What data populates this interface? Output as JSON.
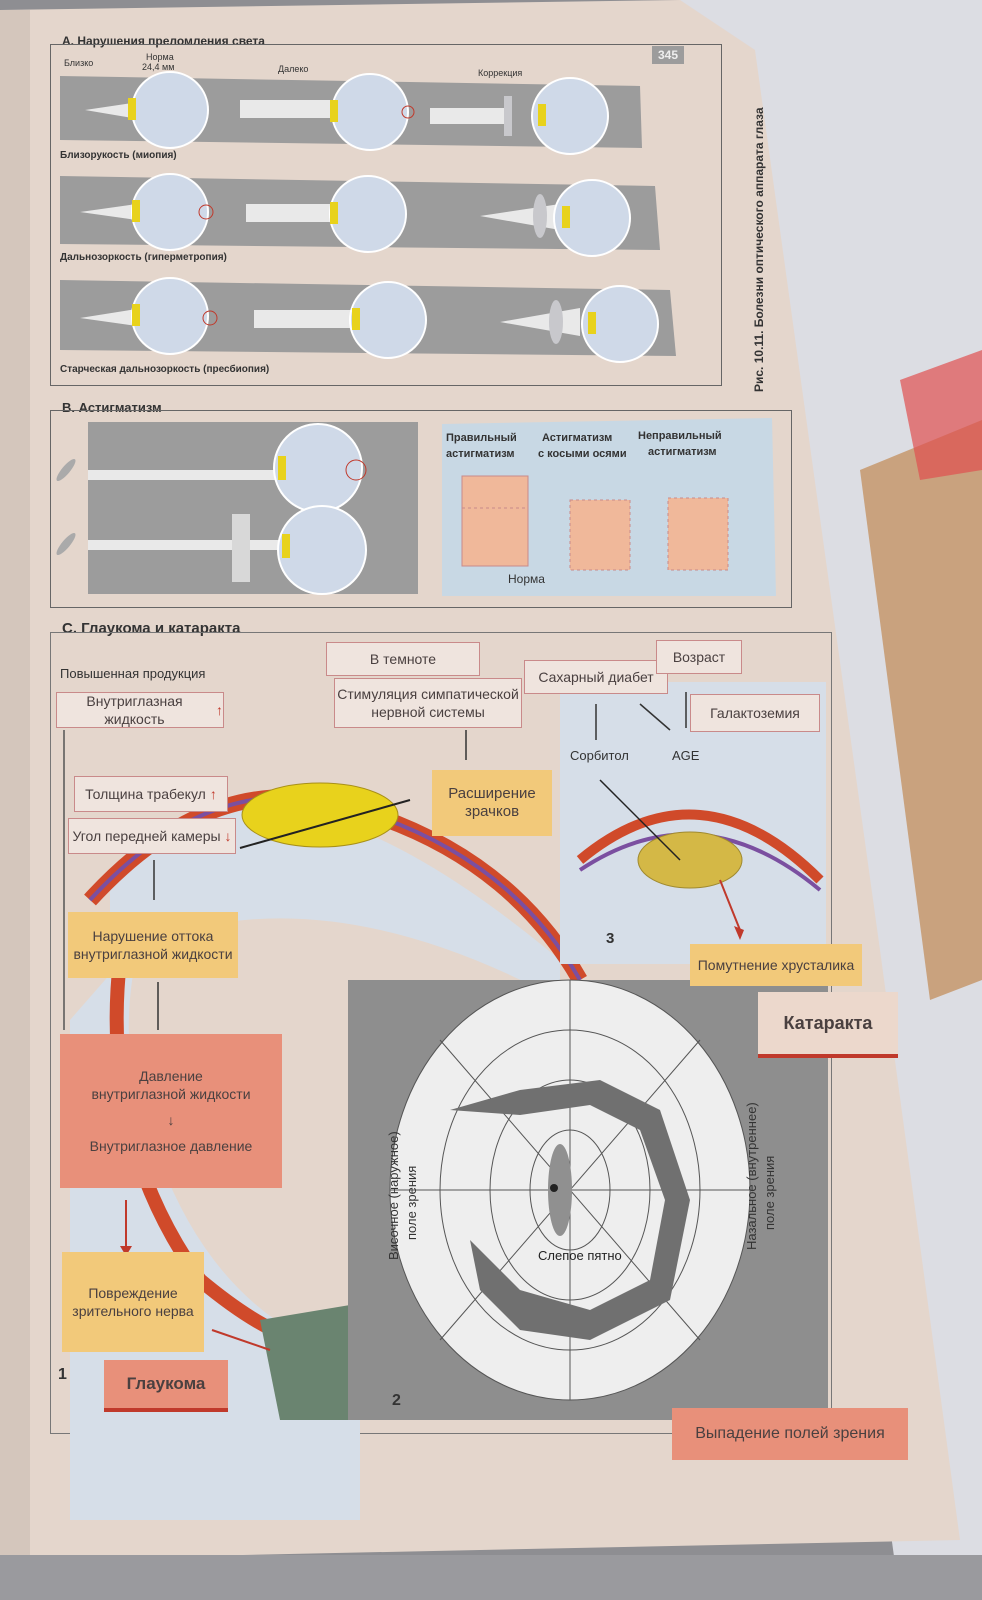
{
  "page_number": "345",
  "side_caption": "Рис. 10.11. Болезни оптического аппарата глаза",
  "section_a": {
    "title": "A. Нарушения преломления света",
    "col_near": "Близко",
    "col_norm": "Норма",
    "col_norm_value": "24,4 мм",
    "col_far": "Далеко",
    "col_correction": "Коррекция",
    "rows": [
      {
        "label": "Близорукость (миопия)"
      },
      {
        "label": "Дальнозоркость (гиперметропия)"
      },
      {
        "label": "Старческая дальнозоркость (пресбиопия)"
      }
    ]
  },
  "section_b": {
    "title": "B. Астигматизм",
    "types": [
      {
        "label1": "Правильный",
        "label2": "астигматизм"
      },
      {
        "label1": "Астигматизм",
        "label2": "с косыми осями"
      },
      {
        "label1": "Неправильный",
        "label2": "астигматизм"
      }
    ],
    "norm_label": "Норма"
  },
  "section_c": {
    "title": "C. Глаукома и катаракта",
    "increased_production": "Повышенная продукция",
    "aqueous_humor": "Внутриглазная жидкость",
    "in_darkness": "В темноте",
    "sympathetic_line1": "Стимуляция симпатической",
    "sympathetic_line2": "нервной системы",
    "pupil_dilation_line1": "Расширение",
    "pupil_dilation_line2": "зрачков",
    "trabecular_thickness": "Толщина трабекул",
    "chamber_angle": "Угол передней камеры",
    "outflow_line1": "Нарушение оттока",
    "outflow_line2": "внутриглазной жидкости",
    "pressure_line1": "Давление",
    "pressure_line2": "внутриглазной жидкости",
    "intraocular_pressure": "Внутриглазное давление",
    "nerve_damage_line1": "Повреждение",
    "nerve_damage_line2": "зрительного нерва",
    "glaucoma": "Глаукома",
    "num1": "1",
    "num2": "2",
    "num3": "3",
    "diabetes": "Сахарный диабет",
    "age": "Возраст",
    "galactosemia": "Галактоземия",
    "sorbitol": "Сорбитол",
    "age_products": "AGE",
    "lens_opacity": "Помутнение хрусталика",
    "cataract": "Катаракта",
    "temporal_line1": "Височное (наружное)",
    "temporal_line2": "поле зрения",
    "nasal_line1": "Назальное (внутреннее)",
    "nasal_line2": "поле зрения",
    "blind_spot": "Слепое пятно",
    "visual_field_loss": "Выпадение полей зрения"
  },
  "colors": {
    "paper": "#e6d9d0",
    "gray_band": "#9c9c9c",
    "lens_yellow": "#e8d21c",
    "label_yellow": "#f2c97a",
    "label_salmon": "#e8907a",
    "arrow_red": "#c0392b",
    "eye_blue": "#cfd9e8"
  },
  "icons": [
    "up-arrow-red-icon",
    "down-arrow-red-icon",
    "down-arrow-icon"
  ]
}
